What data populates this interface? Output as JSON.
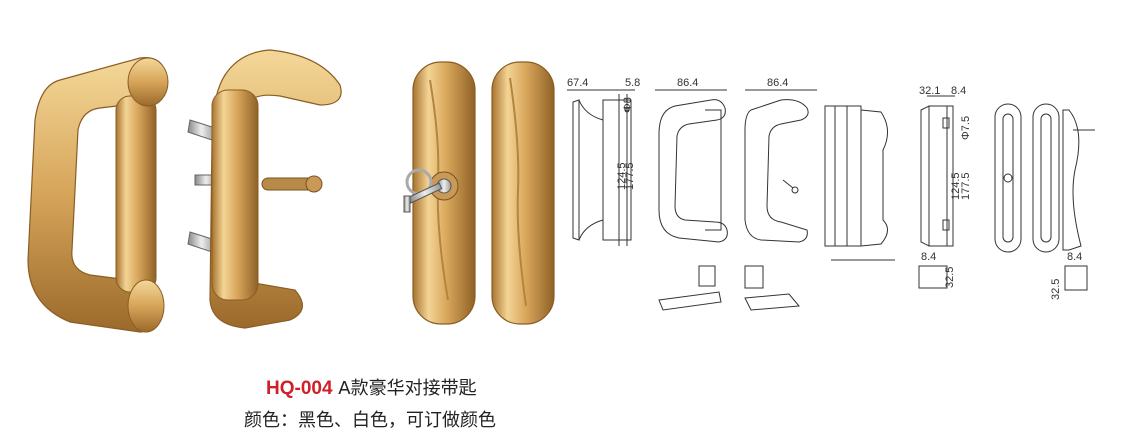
{
  "product": {
    "code": "HQ-004",
    "title": "A款豪华对接带匙",
    "color_line": "颜色：黑色、白色，可订做颜色"
  },
  "dimensions": {
    "d1_width": "67.4",
    "d1_depth": "5.8",
    "d1_hole": "Φ8",
    "d1_h1": "124.5",
    "d1_h2": "177.5",
    "d2_width": "86.4",
    "d3_width": "86.4",
    "d4_w1": "32.1",
    "d4_w2": "8.4",
    "d4_hole": "Φ7.5",
    "d4_h1": "124.5",
    "d4_h2": "177.5",
    "d5_w": "8.4",
    "d5_h": "32.5",
    "d6_h": "32.5",
    "d6_w": "8.4"
  },
  "colors": {
    "gold_light": "#f2d08a",
    "gold_mid": "#d9a85a",
    "gold_dark": "#9e6e2c",
    "code_red": "#d01f27"
  }
}
